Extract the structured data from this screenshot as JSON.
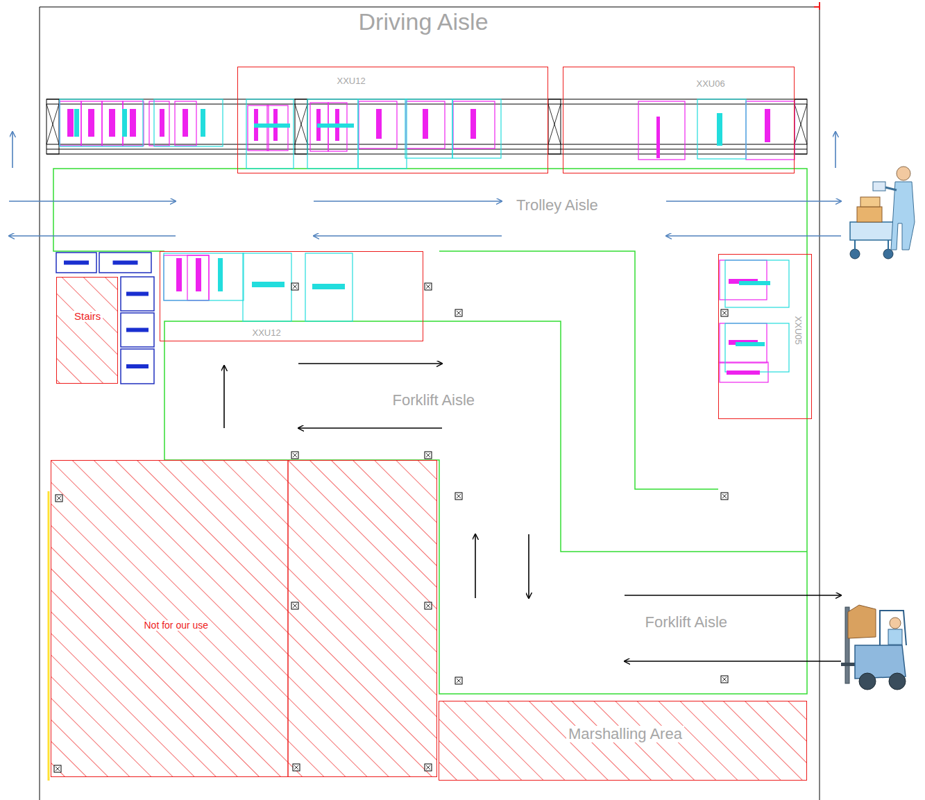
{
  "diagram": {
    "nodes": [
      {
        "text": [
          "XXU12"
        ]
      },
      {
        "text": [
          "XXU06"
        ]
      },
      {
        "text": [
          "Stairs"
        ]
      },
      {
        "text": [
          "XXU12"
        ]
      },
      {
        "text": [
          "XXU05"
        ]
      },
      {
        "text": [
          "Not for our use"
        ]
      },
      {
        "text": [
          "Marshalling Area"
        ]
      }
    ],
    "labels": [
      "Driving Aisle",
      "Trolley Aisle",
      "Forklift Aisle",
      "Forklift Aisle"
    ]
  }
}
